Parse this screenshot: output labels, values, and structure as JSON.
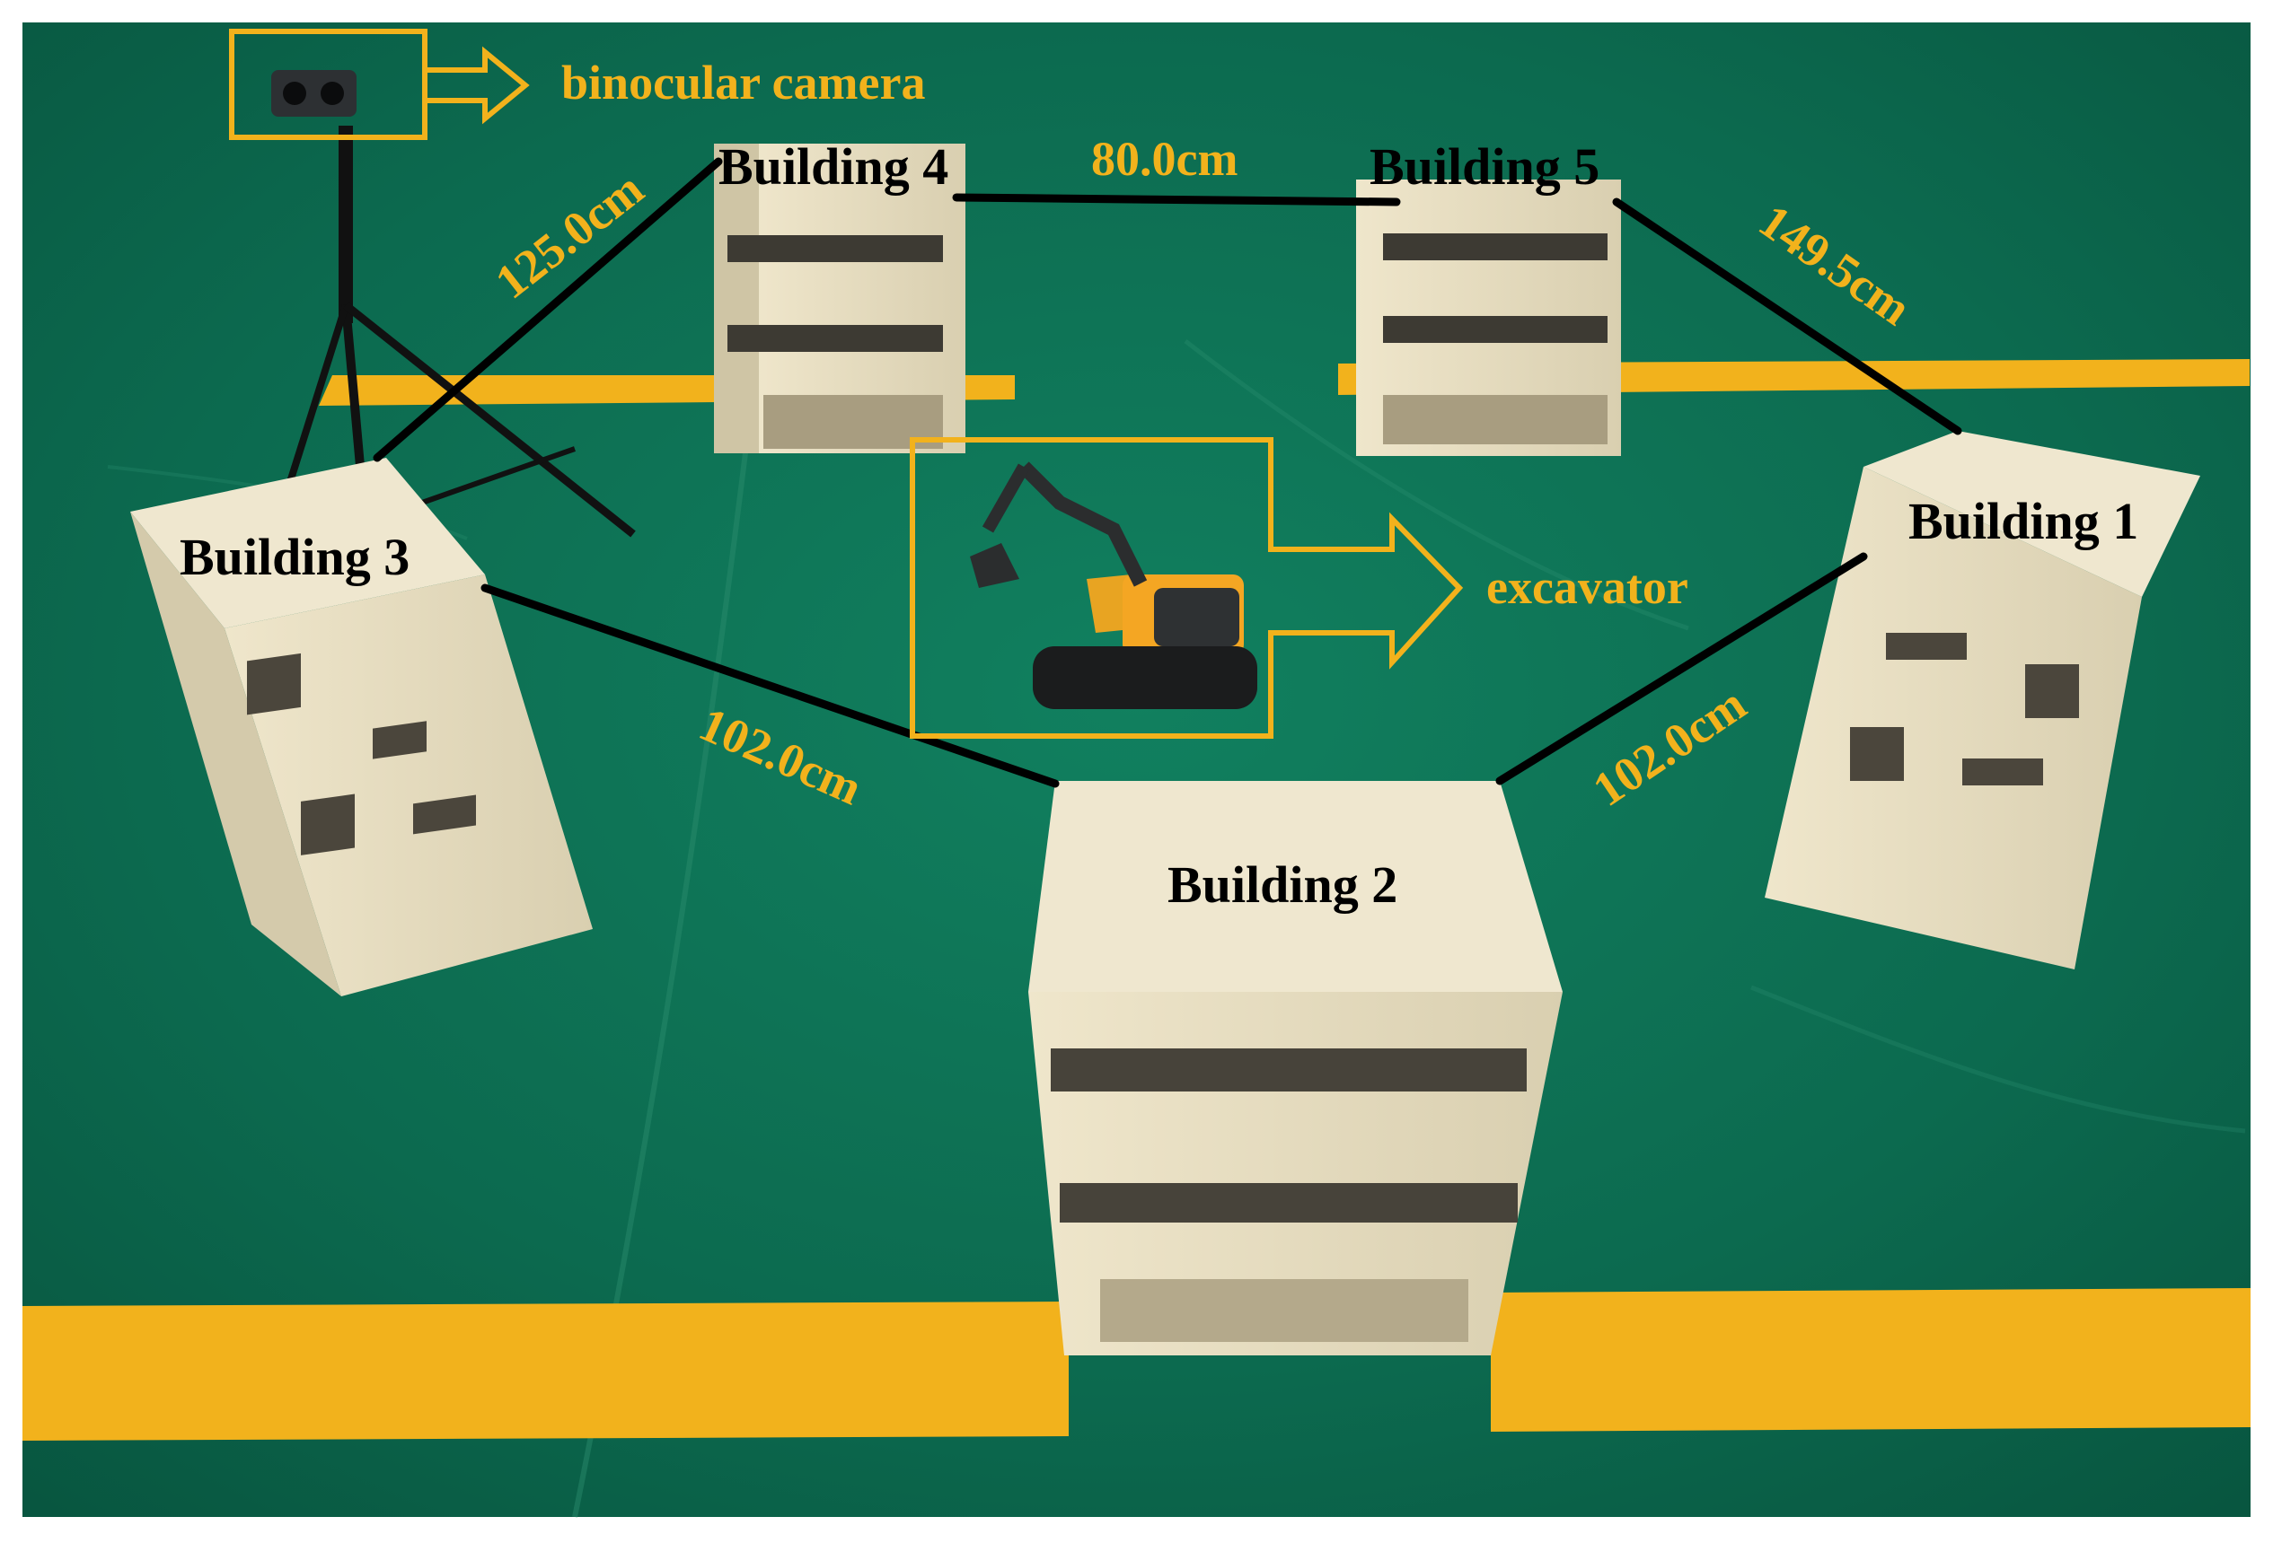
{
  "photo": {
    "floor_color": "#0e6a50",
    "marking_color": "#f2b21c",
    "building_color": "#ece3c7",
    "frame_color": "#ffffff"
  },
  "annotations": {
    "camera_label": "binocular camera",
    "excavator_label": "excavator",
    "annotation_color": "#f2b21c",
    "line_color": "#000000"
  },
  "buildings": [
    {
      "id": "building-1",
      "label": "Building 1"
    },
    {
      "id": "building-2",
      "label": "Building 2"
    },
    {
      "id": "building-3",
      "label": "Building 3"
    },
    {
      "id": "building-4",
      "label": "Building 4"
    },
    {
      "id": "building-5",
      "label": "Building 5"
    }
  ],
  "distances": [
    {
      "from": "Building 3",
      "to": "Building 4",
      "label": "125.0cm"
    },
    {
      "from": "Building 4",
      "to": "Building 5",
      "label": "80.0cm"
    },
    {
      "from": "Building 5",
      "to": "Building 1",
      "label": "149.5cm"
    },
    {
      "from": "Building 3",
      "to": "Building 2",
      "label": "102.0cm"
    },
    {
      "from": "Building 1",
      "to": "Building 2",
      "label": "102.0cm"
    }
  ]
}
